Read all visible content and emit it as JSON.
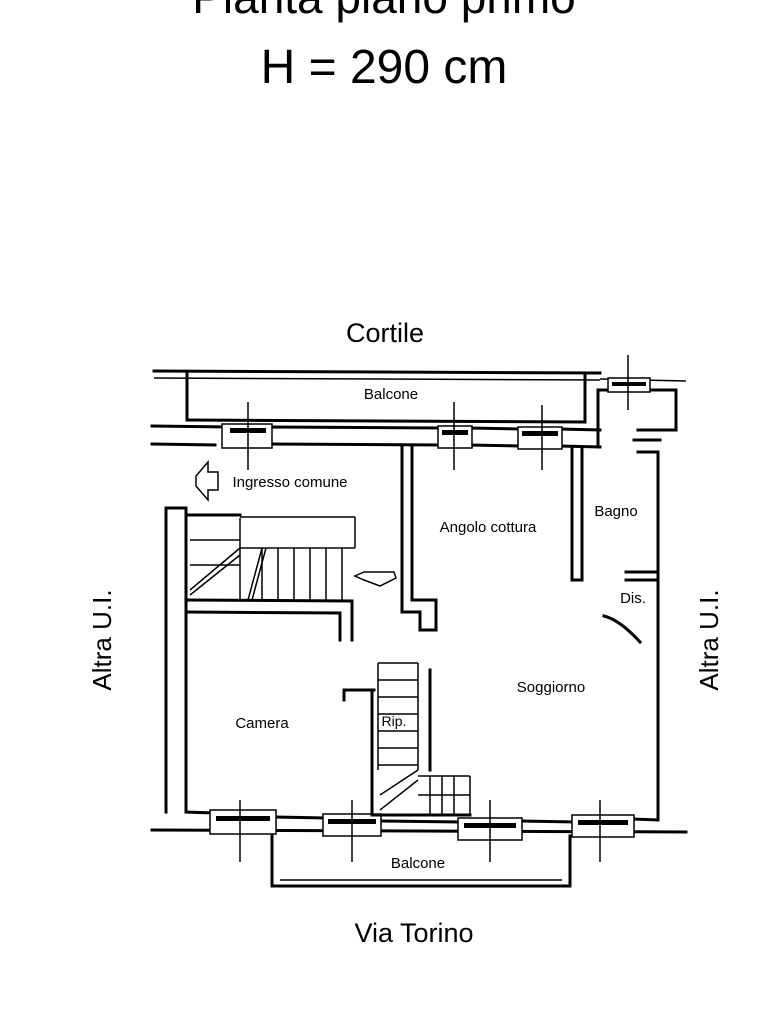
{
  "title": {
    "line1": "Pianta piano primo",
    "line2": "H = 290 cm"
  },
  "labels": {
    "cortile": "Cortile",
    "via": "Via Torino",
    "left_side": "Altra U.I.",
    "right_side": "Altra U.I."
  },
  "rooms": {
    "balcone_top": "Balcone",
    "ingresso": "Ingresso comune",
    "angolo_cottura": "Angolo cottura",
    "bagno": "Bagno",
    "dis": "Dis.",
    "soggiorno": "Soggiorno",
    "camera": "Camera",
    "rip": "Rip.",
    "balcone_bottom": "Balcone"
  }
}
